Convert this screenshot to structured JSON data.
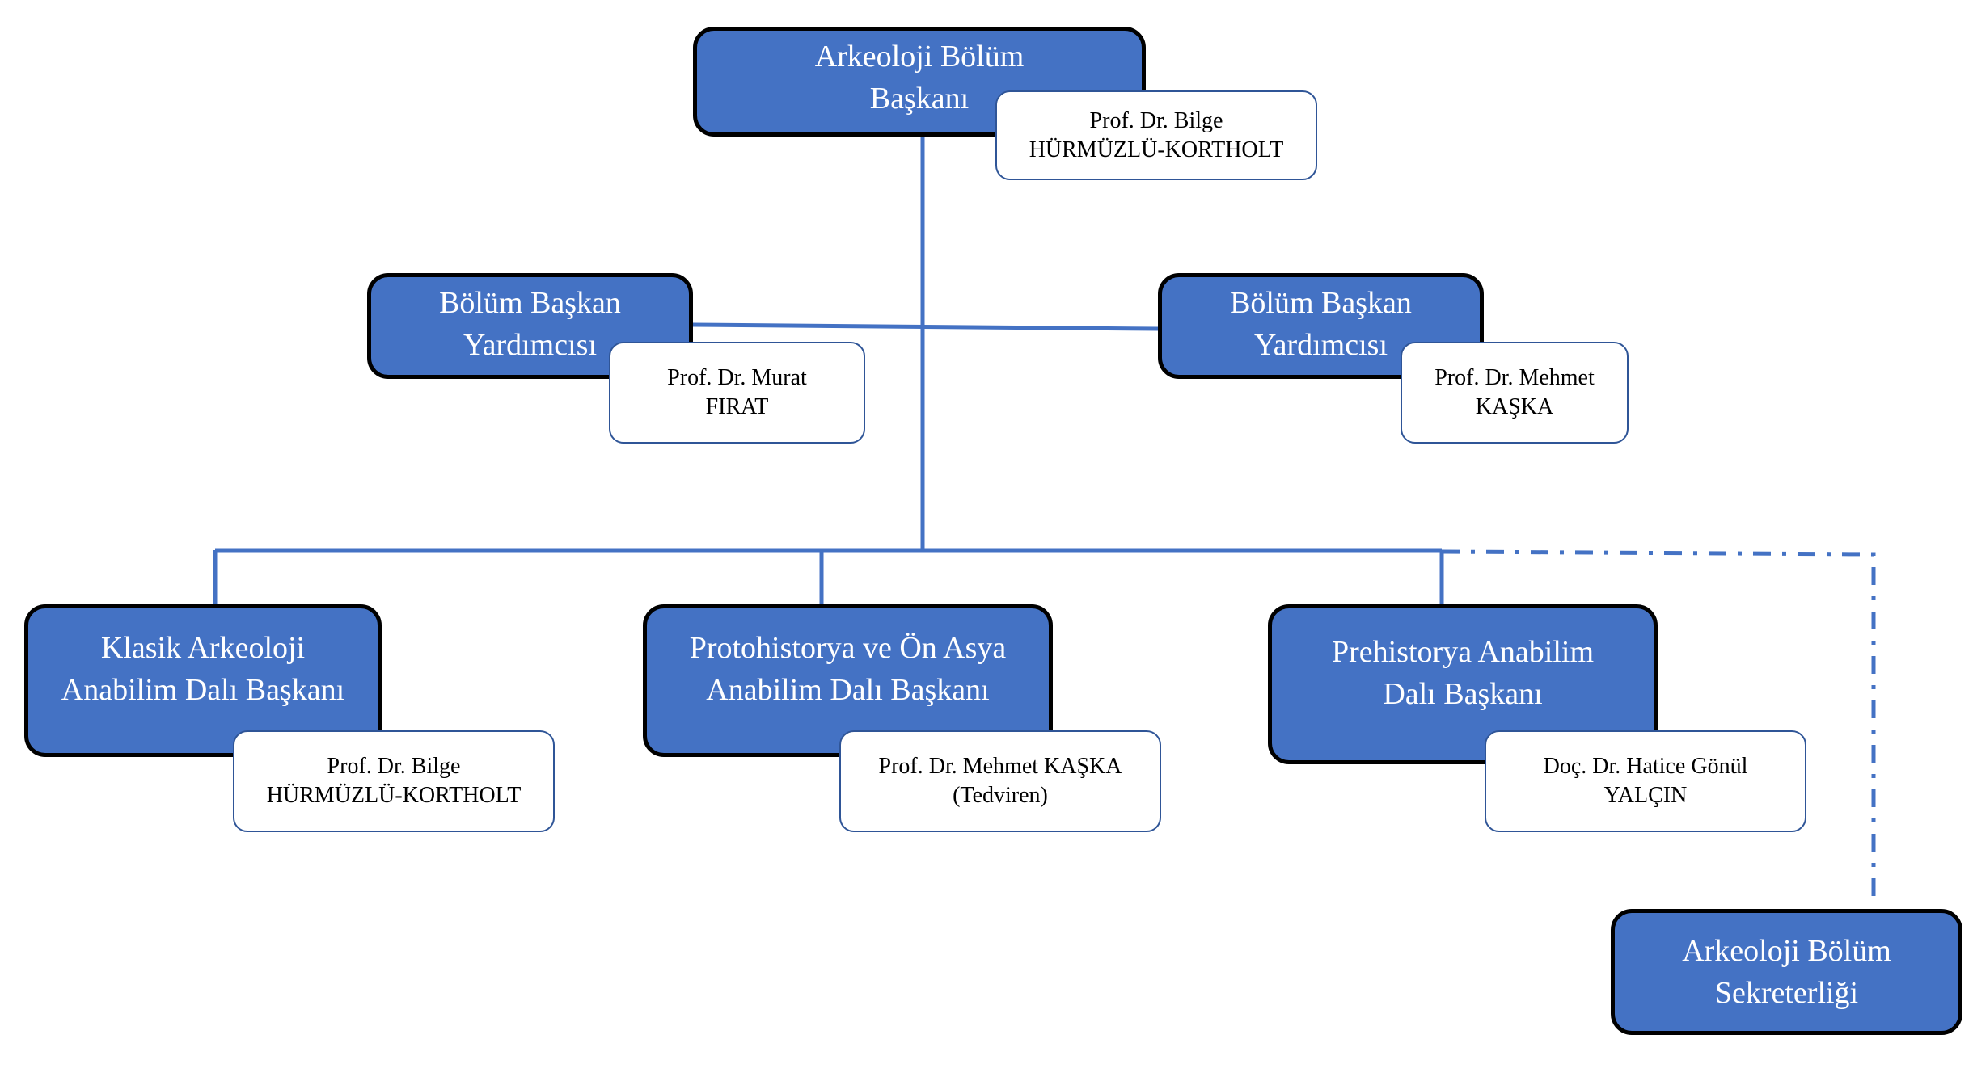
{
  "chart": {
    "head": {
      "title": "Arkeoloji Bölüm\nBaşkanı",
      "person": "Prof. Dr. Bilge\nHÜRMÜZLÜ-KORTHOLT"
    },
    "deputies": [
      {
        "title": "Bölüm Başkan\nYardımcısı",
        "person": "Prof. Dr. Murat\nFIRAT"
      },
      {
        "title": "Bölüm Başkan\nYardımcısı",
        "person": "Prof. Dr. Mehmet\nKAŞKA"
      }
    ],
    "departments": [
      {
        "title": "Klasik Arkeoloji\nAnabilim Dalı Başkanı",
        "person": "Prof. Dr. Bilge\nHÜRMÜZLÜ-KORTHOLT"
      },
      {
        "title": "Protohistorya ve Ön Asya\nAnabilim Dalı Başkanı",
        "person": "Prof. Dr. Mehmet KAŞKA\n(Tedviren)"
      },
      {
        "title": "Prehistorya Anabilim\nDalı Başkanı",
        "person": "Doç. Dr. Hatice Gönül\nYALÇIN"
      }
    ],
    "secretariat": {
      "title": "Arkeoloji Bölüm\nSekreterliği"
    }
  },
  "colors": {
    "unit_fill": "#4472c4",
    "connector": "#4472c4",
    "person_border": "#2f5597"
  }
}
